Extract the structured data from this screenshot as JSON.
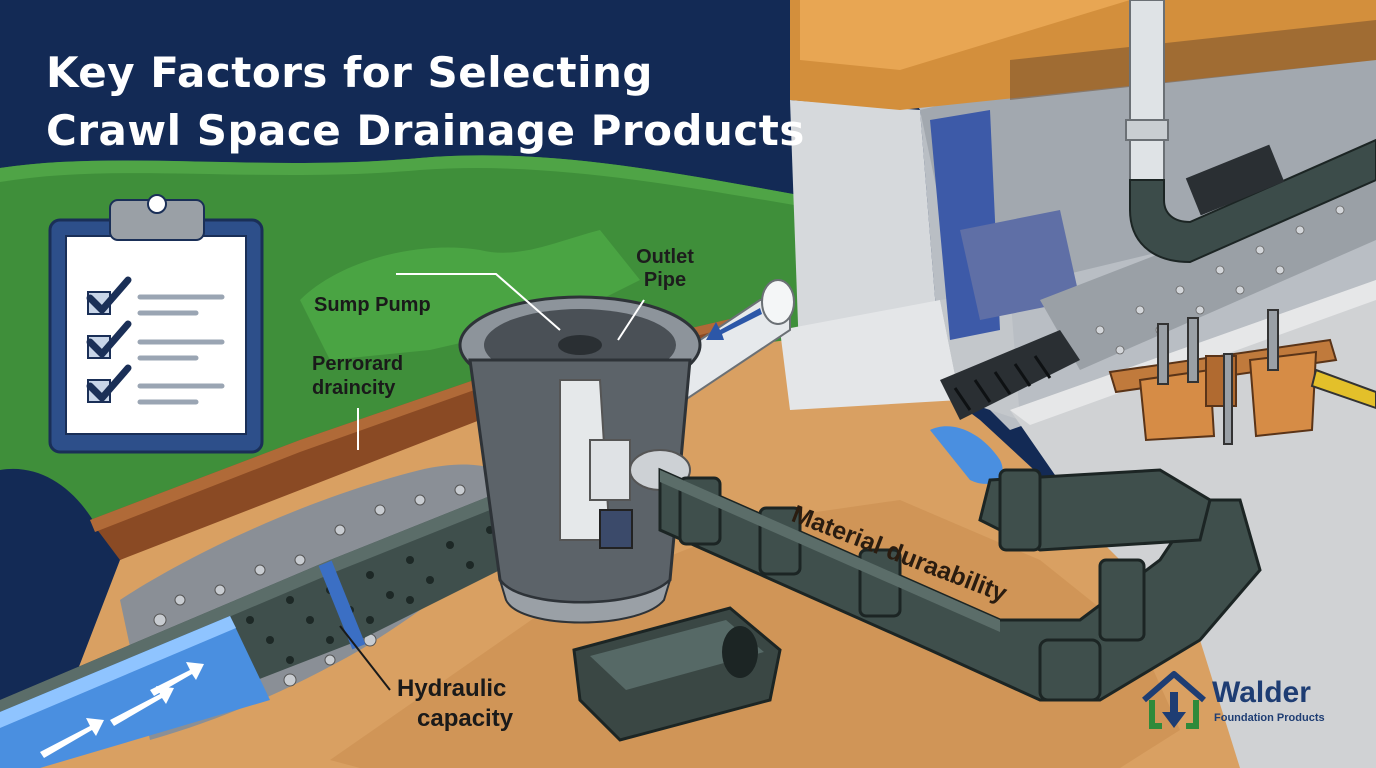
{
  "title": {
    "line1": "Key Factors for Selecting",
    "line2": "Crawl Space Drainage Products"
  },
  "labels": {
    "sump_pump": "Sump Pump",
    "outlet_pipe_line1": "Outlet",
    "outlet_pipe_line2": "Pipe",
    "perforated_line1": "Perrorard",
    "perforated_line2": "draincity",
    "hydraulic_line1": "Hydraulic",
    "hydraulic_line2": "capacity",
    "material": "Material duraability"
  },
  "logo": {
    "name": "Walder",
    "tagline": "Foundation Products",
    "icon": "house-arrow-icon"
  },
  "icons": [
    "clipboard-checklist-icon",
    "tool-belt-icon",
    "flow-arrow-icon"
  ],
  "colors": {
    "navy": "#132a55",
    "grass": "#3f8f3a",
    "soil": "#d9a062",
    "pipe": "#3f4f4c",
    "water": "#4a8fe0",
    "concrete": "#c9ccd0",
    "brand": "#1e3d73",
    "brand_green": "#2f8a3a"
  }
}
